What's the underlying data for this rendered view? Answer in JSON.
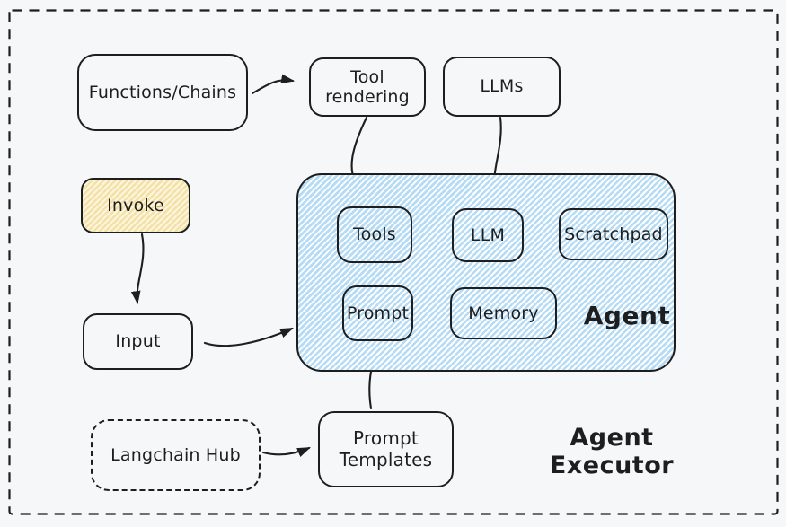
{
  "diagram": {
    "title": "Agent Executor",
    "style": "hand-drawn whiteboard sketch"
  },
  "labels": {
    "functions_chains": "Functions/Chains",
    "tool_rendering": "Tool rendering",
    "llms": "LLMs",
    "invoke": "Invoke",
    "input": "Input",
    "tools": "Tools",
    "llm": "LLM",
    "scratchpad": "Scratchpad",
    "prompt": "Prompt",
    "memory": "Memory",
    "agent": "Agent",
    "langchain_hub": "Langchain Hub",
    "prompt_templates": "Prompt Templates",
    "agent_executor": "Agent Executor"
  },
  "edges": [
    {
      "from": "functions_chains",
      "to": "tool_rendering"
    },
    {
      "from": "tool_rendering",
      "to": "tools"
    },
    {
      "from": "llms",
      "to": "llm"
    },
    {
      "from": "invoke",
      "to": "input"
    },
    {
      "from": "input",
      "to": "agent"
    },
    {
      "from": "langchain_hub",
      "to": "prompt_templates"
    },
    {
      "from": "prompt_templates",
      "to": "prompt"
    }
  ],
  "colors": {
    "background": "#f6f7f9",
    "stroke": "#1e1e1e",
    "agent_hatch_blue": "#b5dbf5",
    "invoke_hatch_yellow": "#f2e2a8",
    "invoke_background": "#fdf5dd"
  }
}
